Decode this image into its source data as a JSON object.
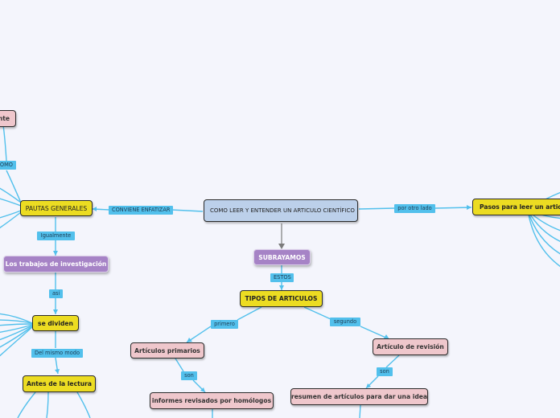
{
  "root": {
    "title": "COMO LEER Y ENTENDER UN ARTICULO CIENTÍFICO"
  },
  "nodes": {
    "fragment_top": "nte",
    "pautas_generales": "PAUTAS GENERALES",
    "pasos": "Pasos para leer un articul",
    "subrayamos": "SUBRAYAMOS",
    "tipos": "TIPOS DE ARTICULOS",
    "trabajos": "Los trabajos de investigación",
    "se_dividen": "se dividen",
    "antes": "Antes de la lectura",
    "primarios": "Artículos primarios",
    "informes": "informes revisados por homólogos",
    "revision": "Artículo de revisión",
    "resumen": "resumen de artículos para dar una idea"
  },
  "connectors": {
    "omo": "OMO",
    "conviene": "CONVIENE ENFATIZAR",
    "otro_lado": "por otro lado",
    "estos": "ESTOS",
    "igualmente": "Igualmente",
    "asi": "asi",
    "del_mismo_modo": "Del mismo modo",
    "primero": "primero",
    "segundo": "segundo",
    "son1": "son",
    "son2": "son"
  },
  "colors": {
    "link": "#52c0ec",
    "link_dark": "#7b7b7b",
    "central_node": "#bcd0ea",
    "main_topic": "#ecdc22",
    "subtopic": "#efc7cc",
    "floating": "#a683c6",
    "background": "#f4f5fc"
  }
}
